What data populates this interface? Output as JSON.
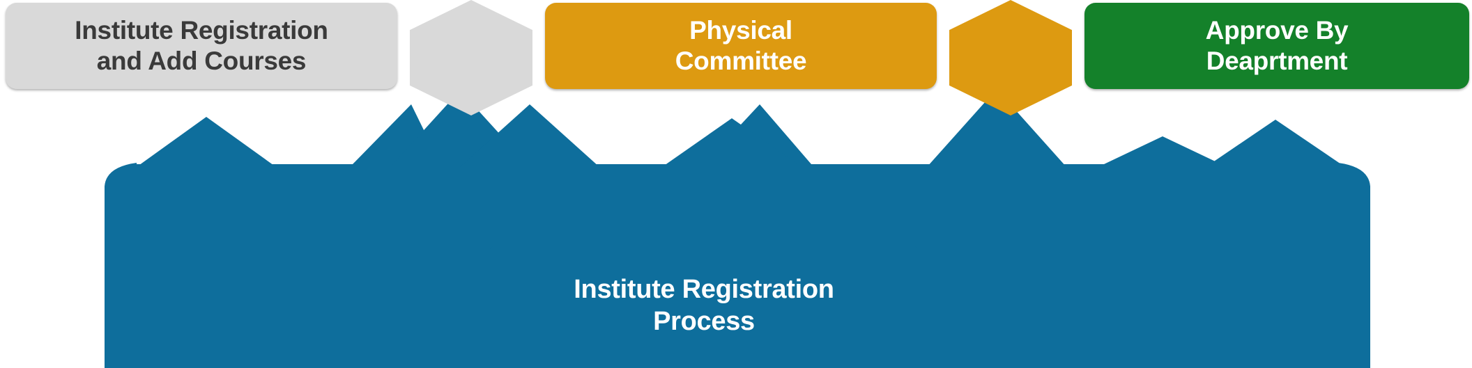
{
  "diagram": {
    "type": "process-flow",
    "title_text": "Institute Registration Process",
    "colors": {
      "stage_gray": "#D9D9D9",
      "stage_gray_text": "#3A3A3A",
      "stage_orange": "#DD9A11",
      "stage_green": "#14812A",
      "band_blue": "#0E6E9C",
      "on_color_text": "#FFFFFF",
      "page_background": "#FFFFFF"
    },
    "stages": [
      {
        "id": "stage-institute-registration",
        "label": "Institute Registration and Add Courses",
        "line1": "Institute Registration",
        "line2": "and Add Courses",
        "fill": "#D9D9D9",
        "text_color": "#3A3A3A"
      },
      {
        "id": "stage-physical-committee",
        "label": "Physical Committee",
        "line1": "Physical",
        "line2": "Committee",
        "fill": "#DD9A11",
        "text_color": "#FFFFFF"
      },
      {
        "id": "stage-approve-by-department",
        "label": "Approve By Deaprtment",
        "line1": "Approve By",
        "line2": "Deaprtment",
        "fill": "#14812A",
        "text_color": "#FFFFFF"
      }
    ],
    "connectors": [
      {
        "id": "connector-gray",
        "shape": "hexagon-arrow-icon",
        "fill": "#D9D9D9",
        "from": "stage-institute-registration",
        "to": "stage-physical-committee"
      },
      {
        "id": "connector-orange",
        "shape": "hexagon-arrow-icon",
        "fill": "#DD9A11",
        "from": "stage-physical-committee",
        "to": "stage-approve-by-department"
      }
    ],
    "band": {
      "id": "process-band",
      "fill": "#0E6E9C",
      "shape": "chevron-band",
      "label_line1": "Institute Registration",
      "label_line2": "Process"
    }
  }
}
